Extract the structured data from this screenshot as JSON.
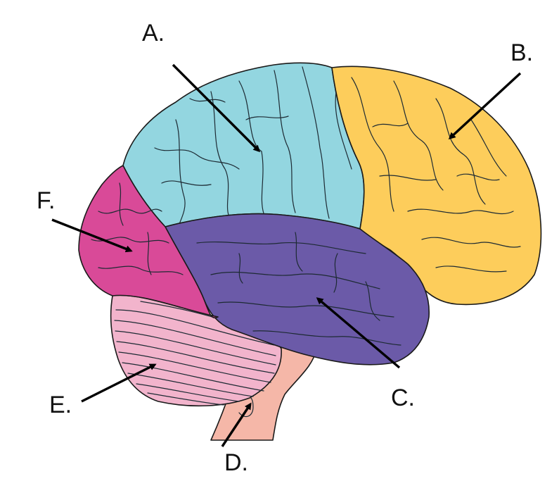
{
  "labels": {
    "a": "A.",
    "b": "B.",
    "c": "C.",
    "d": "D.",
    "e": "E.",
    "f": "F."
  },
  "colors": {
    "parietal": "#93d6e0",
    "frontal": "#fdcd5b",
    "temporal": "#6b5aa8",
    "brainstem": "#f5b7a8",
    "cerebellum": "#f2b4cc",
    "occipital": "#d94a98"
  }
}
